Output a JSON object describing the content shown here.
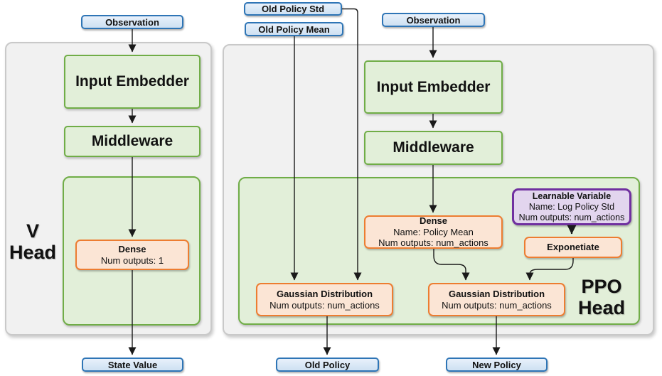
{
  "colors": {
    "blue_border": "#2E75B6",
    "blue_fill": "#DEEAF6",
    "green_border": "#70AD47",
    "green_fill": "#E2EFD9",
    "orange_border": "#ED7D31",
    "orange_fill": "#FBE5D5",
    "purple_border": "#7030A0",
    "purple_fill": "#E2D5EE",
    "container_fill": "#F1F1F1",
    "container_border": "#C9C9C9",
    "arrow": "#1A1A1A"
  },
  "v_network": {
    "observation_label": "Observation",
    "input_embedder_label": "Input Embedder",
    "middleware_label": "Middleware",
    "head_title_line1": "V",
    "head_title_line2": "Head",
    "dense": {
      "title": "Dense",
      "detail1": "Num outputs: 1"
    },
    "output_label": "State Value"
  },
  "ppo_network": {
    "old_policy_std_label": "Old Policy Std",
    "old_policy_mean_label": "Old Policy Mean",
    "observation_label": "Observation",
    "input_embedder_label": "Input Embedder",
    "middleware_label": "Middleware",
    "head_title_line1": "PPO",
    "head_title_line2": "Head",
    "dense_policy_mean": {
      "title": "Dense",
      "detail1": "Name: Policy Mean",
      "detail2": "Num outputs: num_actions"
    },
    "learnable_variable": {
      "title": "Learnable Variable",
      "detail1": "Name: Log Policy Std",
      "detail2": "Num outputs: num_actions"
    },
    "exponetiate_label": "Exponetiate",
    "gaussian_old": {
      "title": "Gaussian Distribution",
      "detail1": "Num outputs: num_actions"
    },
    "gaussian_new": {
      "title": "Gaussian Distribution",
      "detail1": "Num outputs: num_actions"
    },
    "output_old_label": "Old Policy",
    "output_new_label": "New Policy"
  }
}
